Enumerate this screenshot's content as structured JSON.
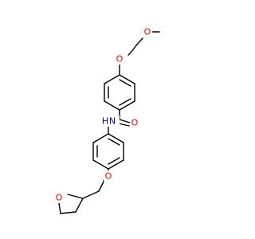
{
  "molecule": {
    "atoms": {
      "o_ether_top": {
        "label": "O",
        "color": "#ff0000"
      },
      "o_ether_mid": {
        "label": "O",
        "color": "#ff0000"
      },
      "o_carbonyl": {
        "label": "O",
        "color": "#ff0000"
      },
      "n_amide": {
        "label": "N",
        "color": "#0000ff"
      },
      "h_amide": {
        "label": "H",
        "color": "#0000ff"
      },
      "o_ether_low": {
        "label": "O",
        "color": "#ff0000"
      },
      "o_ring": {
        "label": "O",
        "color": "#ff0000"
      }
    }
  }
}
